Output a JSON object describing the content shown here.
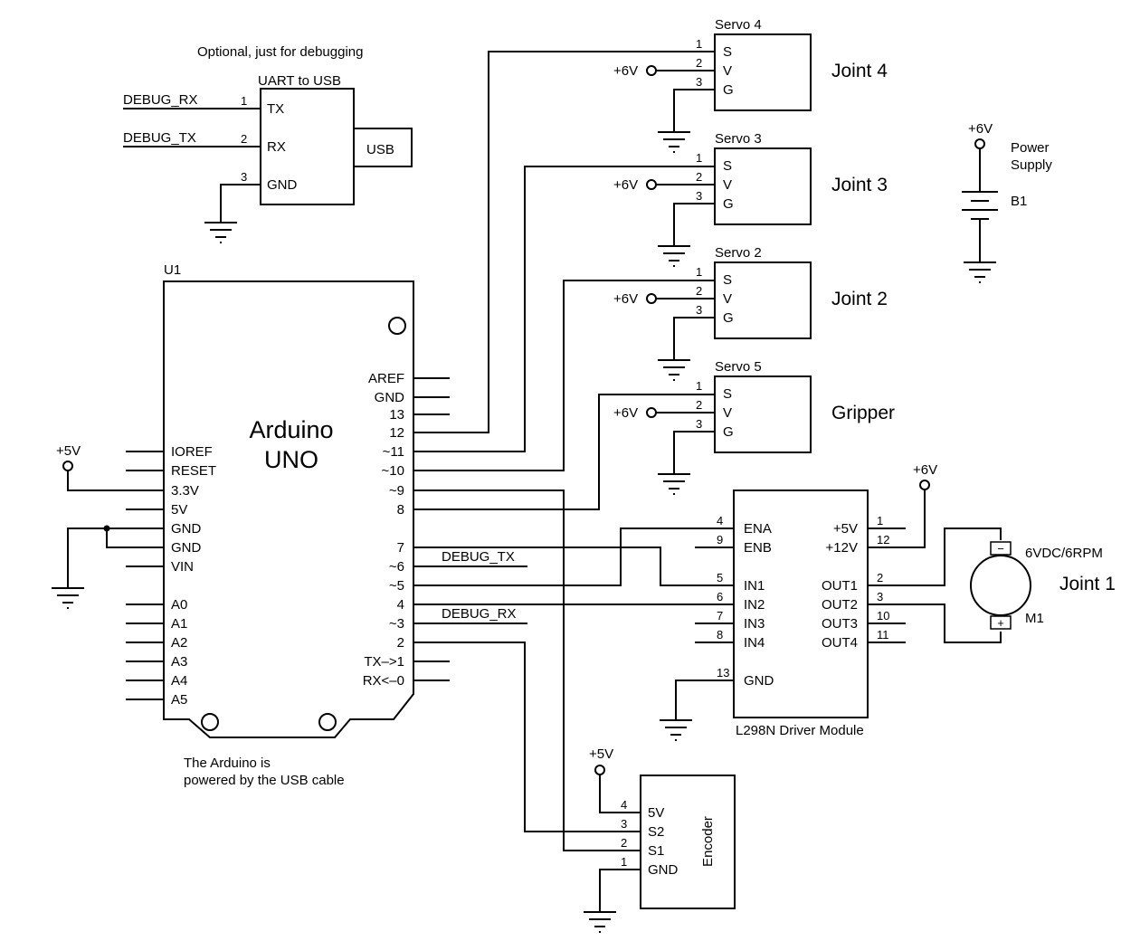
{
  "notes": {
    "debug_note": "Optional, just for debugging",
    "power_note_1": "The Arduino is",
    "power_note_2": "powered by the USB cable"
  },
  "uart": {
    "title": "UART to USB",
    "pins": [
      "TX",
      "RX",
      "GND"
    ],
    "pin_numbers": [
      "1",
      "2",
      "3"
    ],
    "connector": "USB",
    "nets": [
      "DEBUG_RX",
      "DEBUG_TX"
    ]
  },
  "arduino": {
    "ref": "U1",
    "name_line1": "Arduino",
    "name_line2": "UNO",
    "left_pins": [
      "IOREF",
      "RESET",
      "3.3V",
      "5V",
      "GND",
      "GND",
      "VIN",
      "A0",
      "A1",
      "A2",
      "A3",
      "A4",
      "A5"
    ],
    "right_pins": [
      "AREF",
      "GND",
      "13",
      "12",
      "~11",
      "~10",
      "~9",
      "8",
      "7",
      "~6",
      "~5",
      "4",
      "~3",
      "2",
      "TX–>1",
      "RX<–0"
    ],
    "supply": "+5V"
  },
  "servos": [
    {
      "name": "Servo 4",
      "joint": "Joint 4"
    },
    {
      "name": "Servo 3",
      "joint": "Joint 3"
    },
    {
      "name": "Servo 2",
      "joint": "Joint 2"
    },
    {
      "name": "Servo 5",
      "joint": "Gripper"
    }
  ],
  "servo_pins": {
    "labels": [
      "S",
      "V",
      "G"
    ],
    "numbers": [
      "1",
      "2",
      "3"
    ],
    "supply": "+6V"
  },
  "power_supply": {
    "supply": "+6V",
    "label_1": "Power",
    "label_2": "Supply",
    "ref": "B1"
  },
  "driver": {
    "title": "L298N Driver Module",
    "left_pins": [
      "ENA",
      "ENB",
      "IN1",
      "IN2",
      "IN3",
      "IN4",
      "GND"
    ],
    "left_numbers": [
      "4",
      "9",
      "5",
      "6",
      "7",
      "8",
      "13"
    ],
    "right_pins": [
      "+5V",
      "+12V",
      "OUT1",
      "OUT2",
      "OUT3",
      "OUT4"
    ],
    "right_numbers": [
      "1",
      "12",
      "2",
      "3",
      "10",
      "11"
    ],
    "supply": "+6V"
  },
  "motor": {
    "rating": "6VDC/6RPM",
    "ref": "M1",
    "joint": "Joint 1",
    "minus": "−",
    "plus": "+"
  },
  "nets": {
    "debug_tx": "DEBUG_TX",
    "debug_rx": "DEBUG_RX"
  },
  "encoder": {
    "title": "Encoder",
    "pins": [
      "5V",
      "S2",
      "S1",
      "GND"
    ],
    "numbers": [
      "4",
      "3",
      "2",
      "1"
    ],
    "supply": "+5V"
  }
}
